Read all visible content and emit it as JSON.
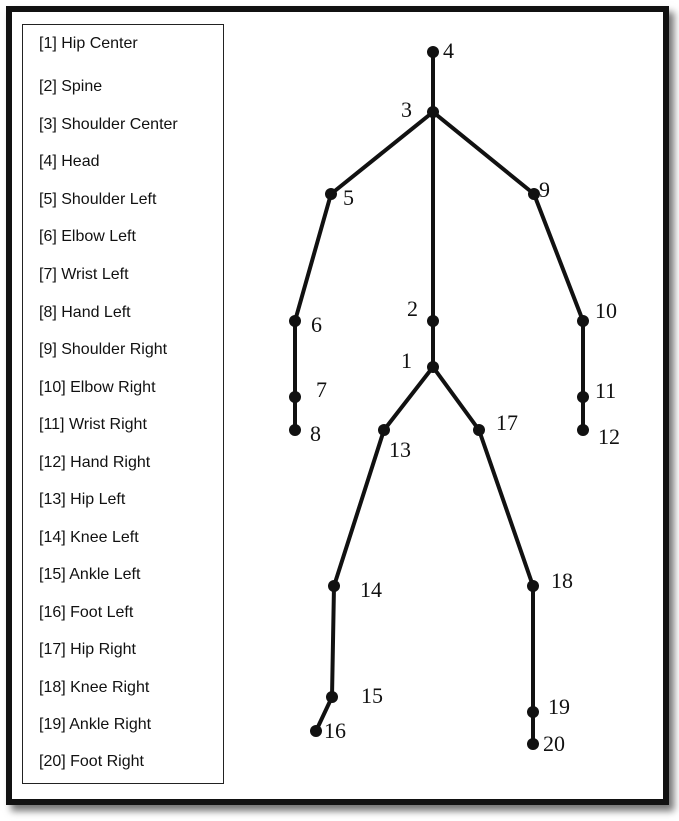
{
  "legend": {
    "items": [
      "[1] Hip Center",
      "[2] Spine",
      "[3] Shoulder Center",
      "[4] Head",
      "[5] Shoulder Left",
      "[6] Elbow Left",
      "[7] Wrist Left",
      "[8] Hand Left",
      "[9] Shoulder Right",
      "[10] Elbow Right",
      "[11] Wrist Right",
      "[12] Hand Right",
      "[13] Hip Left",
      "[14] Knee Left",
      "[15] Ankle Left",
      "[16] Foot Left",
      "[17] Hip Right",
      "[18] Knee Right",
      "[19] Ankle Right",
      "[20] Foot Right"
    ]
  },
  "skeleton": {
    "joint_labels": [
      "1",
      "2",
      "3",
      "4",
      "5",
      "6",
      "7",
      "8",
      "9",
      "10",
      "11",
      "12",
      "13",
      "14",
      "15",
      "16",
      "17",
      "18",
      "19",
      "20"
    ],
    "bones": [
      [
        4,
        3
      ],
      [
        3,
        5
      ],
      [
        5,
        6
      ],
      [
        6,
        7
      ],
      [
        7,
        8
      ],
      [
        3,
        9
      ],
      [
        9,
        10
      ],
      [
        10,
        11
      ],
      [
        11,
        12
      ],
      [
        3,
        2
      ],
      [
        2,
        1
      ],
      [
        1,
        13
      ],
      [
        13,
        14
      ],
      [
        14,
        15
      ],
      [
        15,
        16
      ],
      [
        1,
        17
      ],
      [
        17,
        18
      ],
      [
        18,
        19
      ],
      [
        19,
        20
      ]
    ]
  },
  "colors": {
    "ink": "#111111",
    "background": "#ffffff"
  }
}
